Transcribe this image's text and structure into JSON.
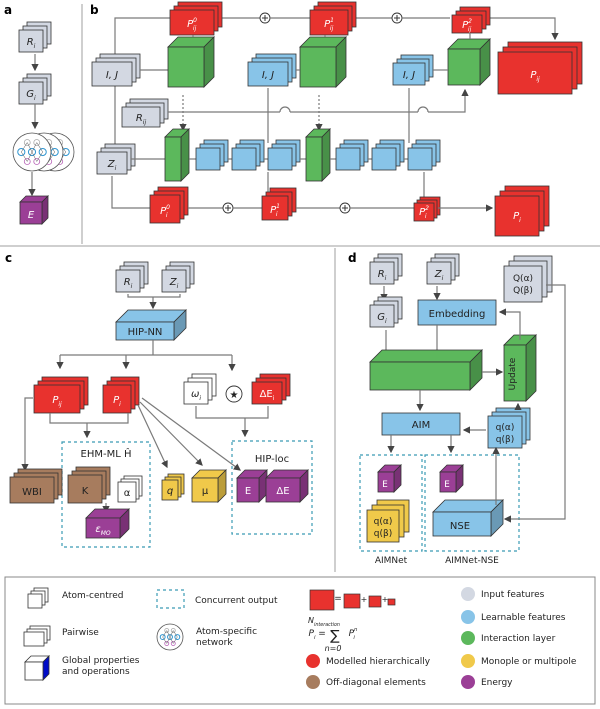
{
  "colors": {
    "input": "#d3d8e2",
    "learnable": "#88c4e8",
    "interaction": "#5cb85c",
    "modelled": "#e8322e",
    "offdiag": "#a77c5e",
    "multipole": "#f0c94a",
    "energy": "#9b3f96",
    "line": "#7a7a7a",
    "dashed": "#3b9bb3",
    "panel_border": "#bfbfbf"
  },
  "panel_a": {
    "label": "a",
    "nodes": [
      "R",
      "G",
      "E"
    ],
    "subscripts": [
      "i",
      "i",
      ""
    ]
  },
  "panel_b": {
    "label": "b",
    "pij": [
      {
        "base": "P",
        "sup": "0",
        "sub": "ij"
      },
      {
        "base": "P",
        "sup": "1",
        "sub": "ij"
      },
      {
        "base": "P",
        "sup": "2",
        "sub": "ij"
      }
    ],
    "pij_total": {
      "base": "P",
      "sub": "ij"
    },
    "pi": [
      {
        "base": "P",
        "sup": "0",
        "sub": "i"
      },
      {
        "base": "P",
        "sup": "1",
        "sub": "i"
      },
      {
        "base": "P",
        "sup": "2",
        "sub": "i"
      }
    ],
    "pi_total": {
      "base": "P",
      "sub": "i"
    },
    "ij_label": "I, J",
    "rij": {
      "base": "R",
      "sub": "ij"
    },
    "zi": {
      "base": "Z",
      "sub": "i"
    },
    "plus": "+"
  },
  "panel_c": {
    "label": "c",
    "ri": {
      "base": "R",
      "sub": "i"
    },
    "zi": {
      "base": "Z",
      "sub": "i"
    },
    "hipnn": "HIP-NN",
    "pij": {
      "base": "P",
      "sub": "ij"
    },
    "pi": {
      "base": "P",
      "sub": "i"
    },
    "omega": {
      "base": "ω",
      "sub": "i"
    },
    "star": "★",
    "delta_ei": {
      "base": "ΔE",
      "sub": "i"
    },
    "ehm_title": "EHM-ML Ĥ",
    "wbi": "WBI",
    "k": "K",
    "alpha": "α",
    "eps": {
      "base": "ε",
      "sub": "MO"
    },
    "q": "q",
    "mu": "μ",
    "hiploc_title": "HIP-loc",
    "e": "E",
    "delta_e": "ΔE"
  },
  "panel_d": {
    "label": "d",
    "ri": {
      "base": "R",
      "sub": "i"
    },
    "zi": {
      "base": "Z",
      "sub": "i"
    },
    "gi": {
      "base": "G",
      "sub": "i"
    },
    "q_in": [
      "Q(α)",
      "Q(β)"
    ],
    "embedding": "Embedding",
    "update": "Update",
    "aim": "AIM",
    "q_learn": [
      "q(α)",
      "q(β)"
    ],
    "e": "E",
    "q_out": [
      "q(α)",
      "q(β)"
    ],
    "nse": "NSE",
    "aimnet": "AIMNet",
    "aimnet_nse": "AIMNet-NSE"
  },
  "legend": {
    "shapes": [
      {
        "label": "Atom-centred"
      },
      {
        "label": "Pairwise"
      },
      {
        "label": "Global properties",
        "label2": "and operations"
      }
    ],
    "concurrent": "Concurrent output",
    "atom_net": "Atom-specific",
    "atom_net2": "network",
    "eq_lhs": "P",
    "eq_lhs_sub": "i",
    "eq_eq": "=",
    "eq_sum": "∑",
    "eq_top": "N",
    "eq_top_sub": "interaction",
    "eq_bottom": "n=0",
    "eq_term": "P",
    "eq_term_sup": "n",
    "eq_term_sub": "i",
    "colors": [
      {
        "label": "Modelled hierarchically",
        "key": "modelled"
      },
      {
        "label": "Off-diagonal elements",
        "key": "offdiag"
      },
      {
        "label": "Input features",
        "key": "input"
      },
      {
        "label": "Learnable features",
        "key": "learnable"
      },
      {
        "label": "Interaction layer",
        "key": "interaction"
      },
      {
        "label": "Monople or multipole",
        "key": "multipole"
      },
      {
        "label": "Energy",
        "key": "energy"
      }
    ]
  }
}
